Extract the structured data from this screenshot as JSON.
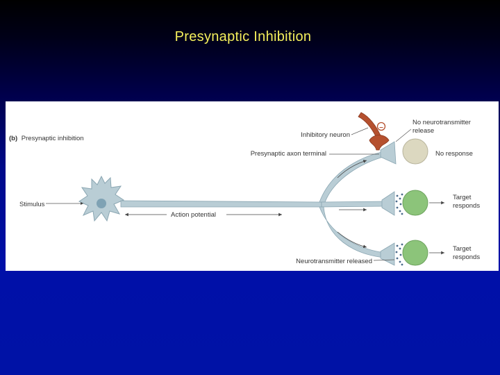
{
  "slide": {
    "title": "Presynaptic Inhibition",
    "colors": {
      "title": "#f5ef5c",
      "background": "#0010a8",
      "axon": "#b9cdd5",
      "inhibitory_neuron": "#b5502e",
      "target_inactive": "#dcd8c0",
      "target_active": "#8cc47a"
    }
  },
  "diagram": {
    "panel_label_letter": "(b)",
    "panel_label_text": "Presynaptic inhibition",
    "labels": {
      "inhibitory_neuron": "Inhibitory neuron",
      "presynaptic_axon_terminal": "Presynaptic axon terminal",
      "stimulus": "Stimulus",
      "action_potential": "Action potential",
      "neurotransmitter_released": "Neurotransmitter released",
      "no_nt_release_line1": "No neurotransmitter",
      "no_nt_release_line2": "release",
      "no_response": "No response",
      "target_responds_1_line1": "Target",
      "target_responds_1_line2": "responds",
      "target_responds_2_line1": "Target",
      "target_responds_2_line2": "responds",
      "inhibitory_sign": "–"
    }
  }
}
